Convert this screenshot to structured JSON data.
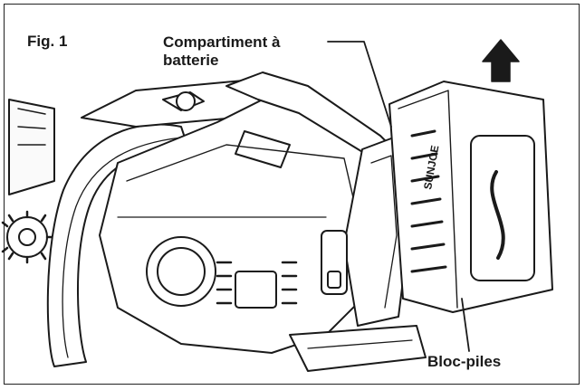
{
  "figure": {
    "number_label": "Fig. 1",
    "callouts": {
      "battery_compartment": {
        "line1": "Compartiment à",
        "line2": "batterie"
      },
      "battery_pack": "Bloc-piles"
    },
    "battery_brand_text": "SUNJOE"
  },
  "colors": {
    "ink": "#1a1a1a",
    "background": "#ffffff"
  }
}
